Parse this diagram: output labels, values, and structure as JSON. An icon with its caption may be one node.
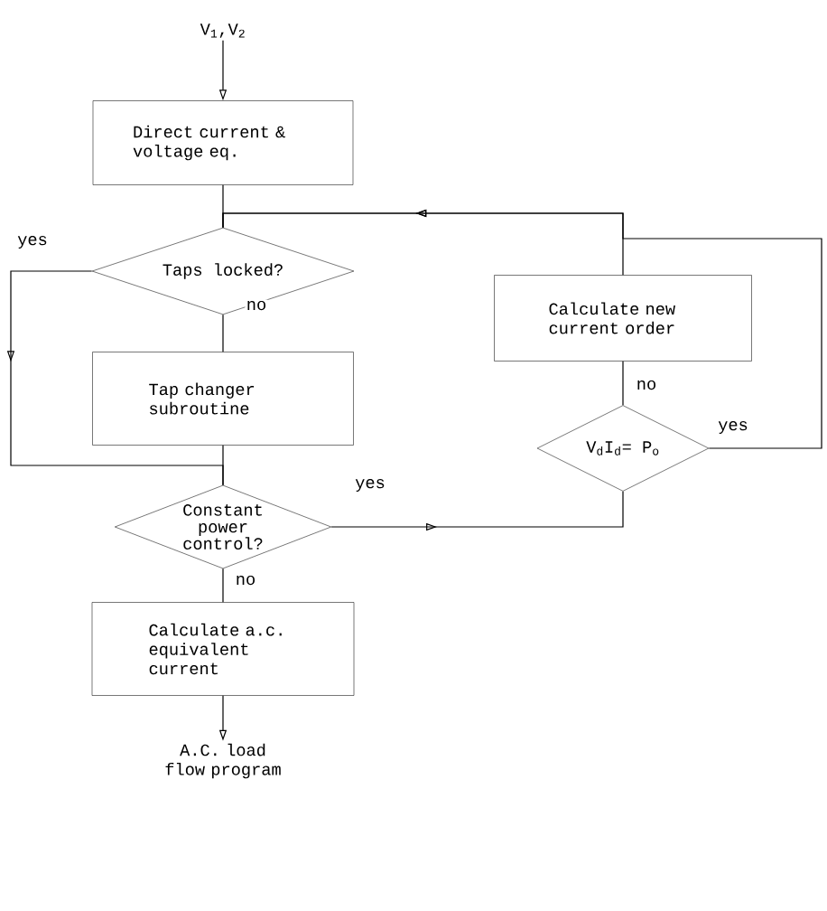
{
  "diagram": {
    "nodes": [
      {
        "text": [
          "V$_{1}$,V$_{2}$"
        ]
      },
      {
        "text": [
          "Direct current & voltage eq."
        ]
      },
      {
        "text": [
          "Taps locked?"
        ]
      },
      {
        "text": [
          "Tap changer subroutine"
        ]
      },
      {
        "text": [
          "Constant power control?"
        ]
      },
      {
        "text": [
          "Calculate a.c. equivalent current"
        ]
      },
      {
        "text": [
          "A.C. load flow program"
        ]
      },
      {
        "text": [
          "Calculate new current order"
        ]
      },
      {
        "text": [
          "V$_{d}$I$_{d}$= P$_{o}$"
        ]
      }
    ],
    "edges": [
      {
        "from": 0,
        "to": 1,
        "arrow": "to"
      },
      {
        "from": 1,
        "to": 2,
        "arrow": "none"
      },
      {
        "from": 2,
        "to": 3,
        "arrow": "none",
        "label": "no"
      },
      {
        "from": 2,
        "to": 4,
        "arrow": "to",
        "label": "yes"
      },
      {
        "from": 3,
        "to": 4,
        "arrow": "none"
      },
      {
        "from": 4,
        "to": 8,
        "arrow": "to",
        "label": "yes"
      },
      {
        "from": 4,
        "to": 5,
        "arrow": "none",
        "label": "no"
      },
      {
        "from": 8,
        "to": 7,
        "arrow": "none",
        "label": "no"
      },
      {
        "from": 7,
        "to": 2,
        "arrow": "to"
      },
      {
        "from": 8,
        "to": 2,
        "arrow": "to",
        "label": "yes"
      },
      {
        "from": 5,
        "to": 6,
        "arrow": "to"
      }
    ]
  }
}
